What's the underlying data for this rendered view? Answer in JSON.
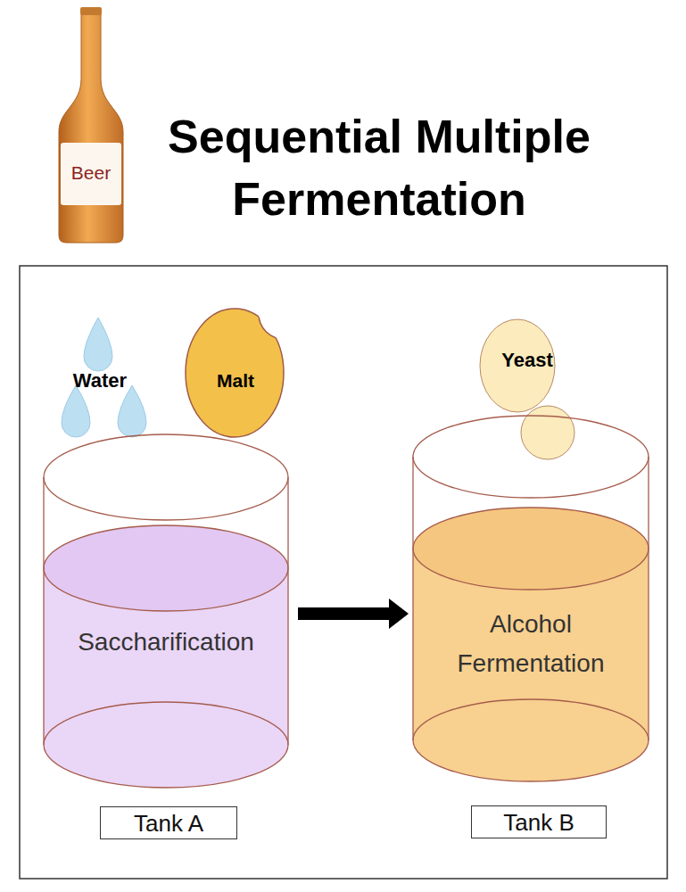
{
  "diagram": {
    "title": "Sequential Multiple Fermentation",
    "nodes": [
      {
        "text": [
          "Beer"
        ]
      },
      {
        "text": [
          "Malt"
        ]
      },
      {
        "text": [
          "Saccharification"
        ]
      },
      {
        "text": [
          "Tank A"
        ]
      },
      {
        "text": [
          "Yeast"
        ]
      },
      {
        "text": [
          "Alcohol Fermentation"
        ]
      },
      {
        "text": [
          "Tank B"
        ]
      }
    ],
    "edges": [
      {
        "from": 2,
        "to": 5,
        "arrow": "to"
      }
    ],
    "labels": [
      "Water"
    ]
  }
}
